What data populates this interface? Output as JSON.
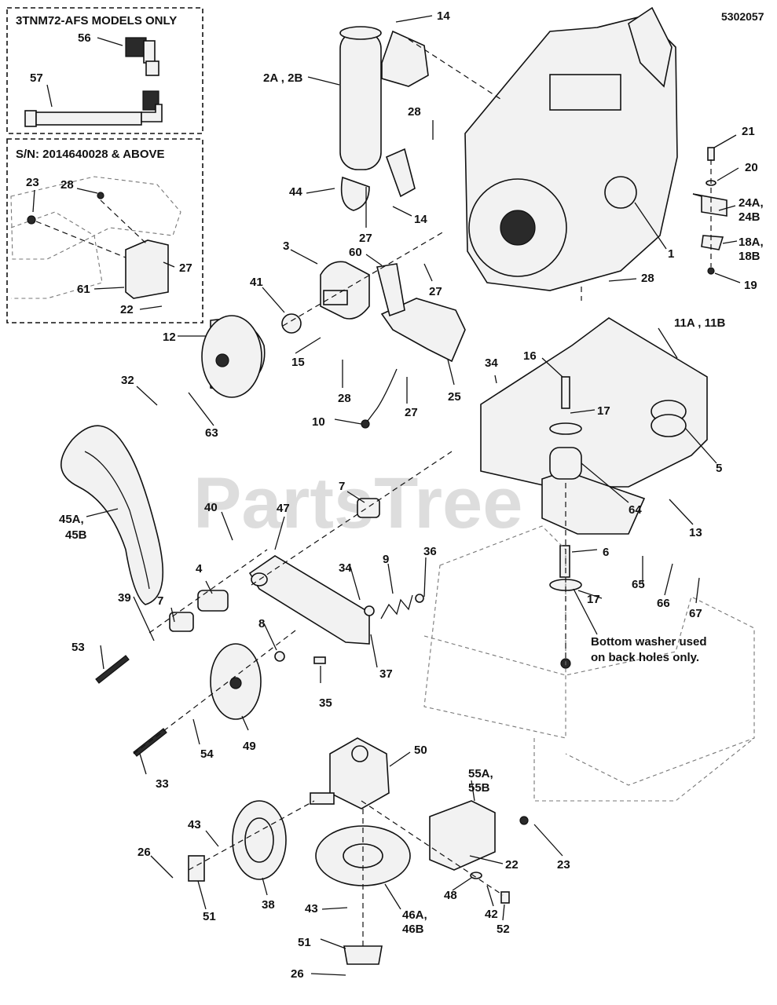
{
  "document_number": "5302057",
  "watermark": "PartsTree",
  "inset_boxes": [
    {
      "title": "3TNM72-AFS MODELS ONLY"
    },
    {
      "title": "S/N: 2014640028 & ABOVE"
    }
  ],
  "note": [
    "Bottom washer used",
    "on back holes only."
  ],
  "callouts": [
    "14",
    "2A , 2B",
    "28",
    "44",
    "14",
    "27",
    "1",
    "21",
    "20",
    "24A,",
    "24B",
    "18A,",
    "18B",
    "19",
    "28",
    "3",
    "60",
    "27",
    "41",
    "12",
    "15",
    "28",
    "27",
    "25",
    "32",
    "63",
    "10",
    "16",
    "34",
    "11A , 11B",
    "17",
    "5",
    "7",
    "64",
    "13",
    "40",
    "47",
    "45A,",
    "45B",
    "4",
    "9",
    "36",
    "34",
    "6",
    "65",
    "66",
    "67",
    "17",
    "7",
    "39",
    "8",
    "37",
    "53",
    "35",
    "54",
    "49",
    "33",
    "50",
    "55A,",
    "55B",
    "43",
    "26",
    "38",
    "51",
    "22",
    "23",
    "48",
    "42",
    "52",
    "46A,",
    "46B",
    "43",
    "51",
    "26",
    "56",
    "57",
    "23",
    "28",
    "27",
    "61",
    "22"
  ]
}
